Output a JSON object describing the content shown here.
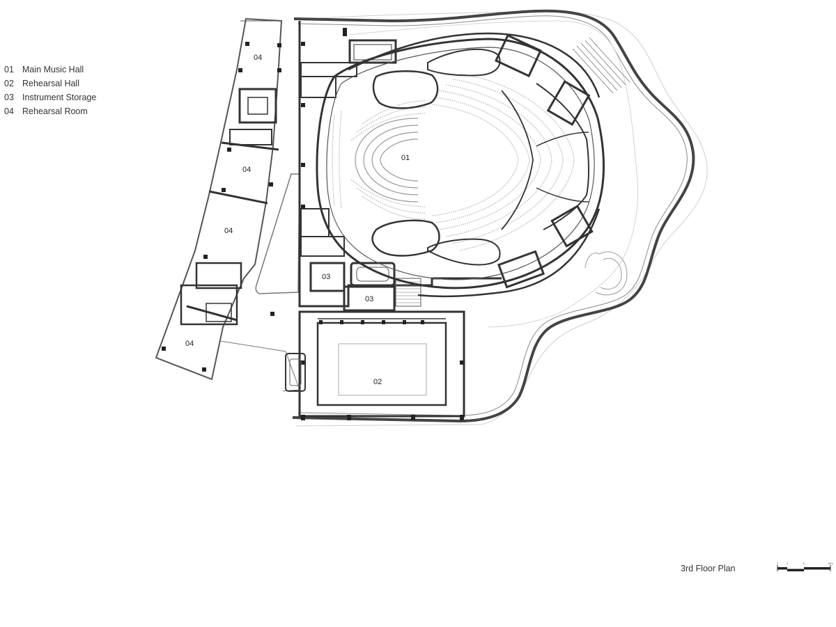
{
  "legend": [
    {
      "number": "01",
      "name": "Main Music Hall"
    },
    {
      "number": "02",
      "name": "Rehearsal Hall"
    },
    {
      "number": "03",
      "name": "Instrument Storage"
    },
    {
      "number": "04",
      "name": "Rehearsal Room"
    }
  ],
  "plan_title": "3rd Floor Plan",
  "room_labels": {
    "main_hall": "01",
    "rehearsal_hall": "02",
    "storage_a": "03",
    "storage_b": "03",
    "room_a": "04",
    "room_b": "04",
    "room_c": "04",
    "room_d": "04"
  },
  "scale_bar": {
    "ticks": [
      "0",
      "2",
      "5",
      "10m"
    ]
  },
  "colors": {
    "wall": "#333333",
    "thin_line": "#555555",
    "light_line": "#bbbbbb",
    "fill_dark": "#222222"
  }
}
